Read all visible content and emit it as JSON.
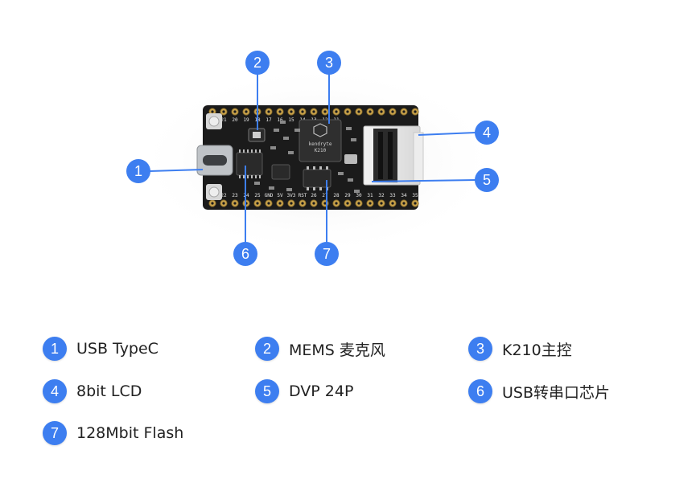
{
  "colors": {
    "accent": "#3d7ef0",
    "board": "#1b1b1b",
    "pad": "#c9a24a",
    "text": "#222222"
  },
  "board": {
    "chip_brand": "kendryte",
    "chip_model": "K210",
    "top_pin_numbers": [
      "21",
      "20",
      "19",
      "18",
      "17",
      "16",
      "15",
      "14",
      "13",
      "12",
      "11"
    ],
    "bottom_pin_labels": [
      "22",
      "23",
      "24",
      "25",
      "GND",
      "5V",
      "3V3",
      "RST",
      "26",
      "27",
      "28",
      "29",
      "30",
      "31",
      "32",
      "33",
      "34",
      "35"
    ]
  },
  "callouts": [
    {
      "number": "1"
    },
    {
      "number": "2"
    },
    {
      "number": "3"
    },
    {
      "number": "4"
    },
    {
      "number": "5"
    },
    {
      "number": "6"
    },
    {
      "number": "7"
    }
  ],
  "legend": [
    {
      "number": "1",
      "label": "USB TypeC"
    },
    {
      "number": "2",
      "label": "MEMS 麦克风"
    },
    {
      "number": "3",
      "label": "K210主控"
    },
    {
      "number": "4",
      "label": "8bit LCD"
    },
    {
      "number": "5",
      "label": "DVP 24P"
    },
    {
      "number": "6",
      "label": "USB转串口芯片"
    },
    {
      "number": "7",
      "label": "128Mbit Flash"
    }
  ]
}
